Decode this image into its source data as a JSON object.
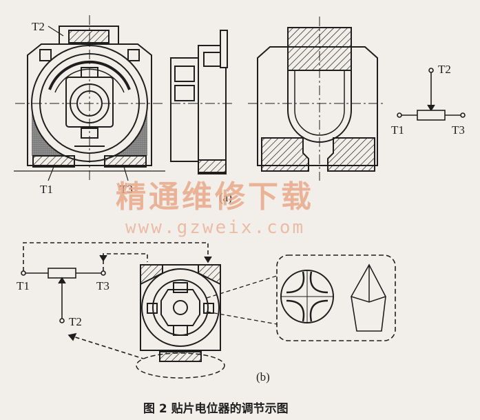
{
  "labels": {
    "t1": "T1",
    "t2": "T2",
    "t3": "T3",
    "part_a": "(a)",
    "part_b": "(b)"
  },
  "caption": "图 2  贴片电位器的调节示图",
  "watermark": {
    "text": "精通维修下载",
    "url": "www.gzweix.com"
  },
  "colors": {
    "ink": "#1e1e1e",
    "paper": "#f2efea",
    "shade": "#8c8c8c",
    "watermark": "#e9a989"
  }
}
